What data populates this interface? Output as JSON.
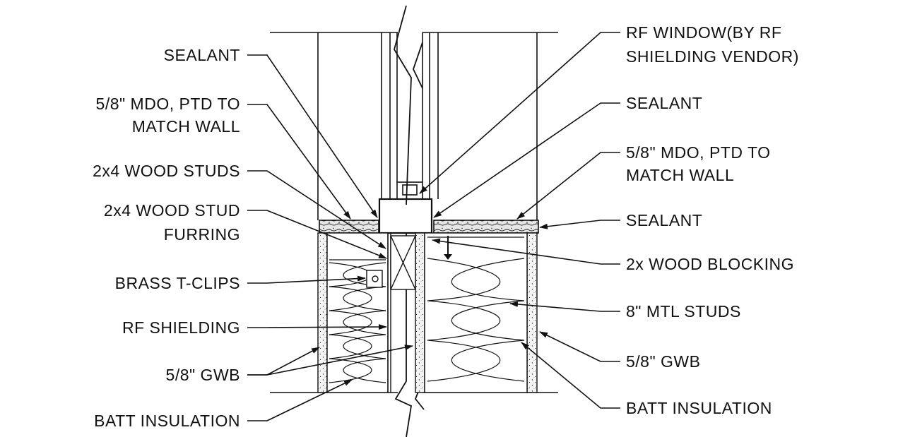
{
  "diagram": {
    "labels_left": {
      "sealant": "SEALANT",
      "mdo_line1": "5/8\" MDO, PTD TO",
      "mdo_line2": "MATCH WALL",
      "wood_studs": "2x4 WOOD STUDS",
      "stud_furring_line1": "2x4 WOOD STUD",
      "stud_furring_line2": "FURRING",
      "brass_clips": "BRASS T-CLIPS",
      "rf_shielding": "RF SHIELDING",
      "gwb": "5/8\" GWB",
      "batt_insulation": "BATT INSULATION"
    },
    "labels_right": {
      "rf_window_line1": "RF WINDOW(BY RF",
      "rf_window_line2": "SHIELDING VENDOR)",
      "sealant_top": "SEALANT",
      "mdo_line1": "5/8\" MDO, PTD TO",
      "mdo_line2": "MATCH WALL",
      "sealant_bottom": "SEALANT",
      "wood_blocking": "2x WOOD BLOCKING",
      "mtl_studs": "8\" MTL STUDS",
      "gwb": "5/8\" GWB",
      "batt_insulation": "BATT INSULATION"
    }
  }
}
